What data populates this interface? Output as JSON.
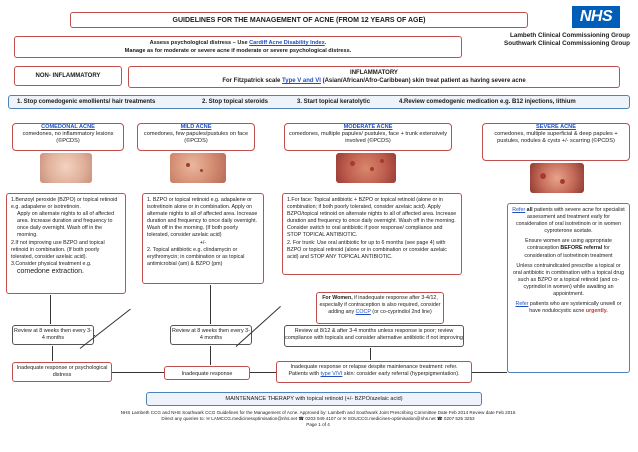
{
  "header": {
    "title": "GUIDELINES FOR THE MANAGEMENT OF ACNE (FROM 12 YEARS OF AGE)",
    "logo": "NHS",
    "ccg_line1": "Lambeth Clinical Commissioning Group",
    "ccg_line2": "Southwark Clinical Commissioning Group"
  },
  "psych": {
    "prefix": "Assess psychological distress – Use ",
    "link": "Cardiff Acne Disability Index",
    "suffix": ".",
    "line2": "Manage as for moderate or severe acne if moderate or severe psychological distress."
  },
  "non_inflammatory": "NON- INFLAMMATORY",
  "inflammatory": {
    "title": "INFLAMMATORY",
    "line_prefix": "For Fitzpatrick scale ",
    "line_link": "Type V and VI",
    "line_suffix": " (Asian/African/Afro-Caribbean) skin treat patient as having severe acne"
  },
  "steps": {
    "s1": "1. Stop comedogenic emollients/ hair treatments",
    "s2": "2.  Stop topical steroids",
    "s3": "3.  Start topical keratolytic",
    "s4": "4.Review comedogenic medication e.g. B12 injections, lithium"
  },
  "columns": {
    "comedonal": {
      "title": "COMEDONAL ACNE",
      "desc": "comedones, no inflammatory lesions (©PCDS)"
    },
    "mild": {
      "title": "MILD ACNE",
      "desc": "comedones, few papules/pustules on face (©PCDS)"
    },
    "moderate": {
      "title": "MODERATE ACNE",
      "desc": "comedones, multiple papules/ pustules, face + trunk extensively involved (©PCDS)"
    },
    "severe": {
      "title": "SEVERE ACNE",
      "desc": "comedones, multiple superficial & deep papules + pustules, nodules & cysts +/- scarring (©PCDS)"
    }
  },
  "treatments": {
    "comedonal": [
      "1.Benzoyl peroxide (BZPO) or topical retinoid e.g. adapalene or isotretinoin.",
      "Apply on alternate nights to all of affected area. Increase duration and frequency to once daily overnight. Wash off in the morning.",
      "2.If not improving use BZPO and topical retinoid in combination. (If both poorly tolerated, consider azelaic acid).",
      "3.Consider physical treatment e.g.",
      "comedone extraction."
    ],
    "mild": [
      "1. BZPO or topical retinoid e.g. adapalene or isotretinoin alone or in combination. Apply on alternate nights to all of affected area. Increase duration and frequency to once daily overnight. Wash off in the morning. (If both poorly tolerated, consider azelaic acid)",
      "+/-",
      "2. Topical antibiotic e.g. clindamycin or erythromycin; in combination or as topical antimicrobial (am) & BZPO (pm)"
    ],
    "moderate": [
      "1.For face: Topical antibiotic + BZPO or topical retinoid (alone or in combination; if both poorly tolerated, consider azelaic acid). Apply BZPO/topical retinoid on alternate nights to all of affected area. Increase duration and frequency to once daily overnight. Wash off in the morning.",
      "Consider switch to oral antibiotic if poor response/ compliance and STOP TOPICAL ANTIBIOTIC.",
      "2. For trunk:  Use oral antibiotic for up to 6 months (see page 4) with BZPO or topical retinoid (alone or in combination or consider azelaic acid) and STOP ANY TOPICAL ANTIBIOTIC."
    ],
    "women": {
      "bold": "For Women,",
      "text": " if inadequate response after 3-4/12, especially if contraception is also required, consider adding any ",
      "link": "COCP",
      "tail": " (or co-cyprindiol 2nd line)"
    },
    "severe": {
      "p1_link": "Refer",
      "p1_bold": " all",
      "p1": " patients with severe acne for specialist assessment and treatment early for consideration of oral isotretinoin or in women cyproterone acetate.",
      "p2": "Ensure women are using appropriate contraception",
      "p2_bold": "BEFORE referral",
      "p2_tail": " for consideration of isotretinoin treatment",
      "p3": "Unless contraindicated prescribe a topical or oral antibiotic in combination with a topical drug such as BZPO or a topical retinoid (and co-cyprindiol in women) while awaiting an appointment.",
      "p4_link": "Refer",
      "p4": " patients who are systemically unwell or have nodulocystic acne ",
      "p4_red": "urgently."
    }
  },
  "reviews": {
    "comedonal": "Review at 8 weeks then every 3-4 months",
    "mild": "Review at 8 weeks then every 3- 4 months",
    "moderate": "Review at 8/12 & after 3-4 months unless response is poor; review compliance with topicals and consider alternative antibiotic if not improving"
  },
  "inadequate": {
    "comedonal": "Inadequate response or psychological distress",
    "mild": "Inadequate response",
    "moderate_line1": "Inadequate response or relapse despite maintenance treatment: refer.",
    "moderate_line2_prefix": "Patients with ",
    "moderate_line2_link": "type V/VI",
    "moderate_line2_suffix": " skin: consider early referral (hyperpigmentation)."
  },
  "maintenance": "MAINTENANCE THERAPY with topical retinoid (+/- BZPO/azelaic acid)",
  "footer": {
    "line1": "NHS Lambeth CCG and NHS Southwark CCG Guidelines for the Management of Acne. Approved by: Lambeth and Southwark Joint Prescribing Committee Date Feb 2014 Review date Feb 2016",
    "line2": "Direct any queries to: ✉ LAMCCG.medicinesoptimisation@nhs.net ☎ 0203 049 4107 or ✉ SOUCCG.medicines-optimisation@nhs.net ☎ 0207 525 3253",
    "line3": "Page 1 of 4"
  },
  "colors": {
    "border_red": "#c0504d",
    "nhs_blue": "#005eb8",
    "link_blue": "#1f4fbf"
  }
}
